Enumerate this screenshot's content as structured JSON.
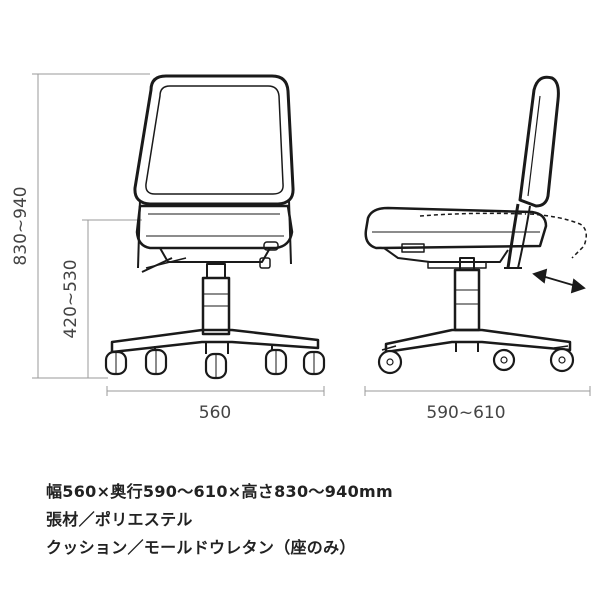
{
  "dimensions": {
    "total_height": "830~940",
    "seat_height": "420~530",
    "width": "560",
    "depth": "590~610"
  },
  "specs": {
    "size": "幅560×奥行590～610×高さ830～940mm",
    "upholstery": "張材／ポリエステル",
    "cushion": "クッション／モールドウレタン（座のみ）"
  },
  "colors": {
    "line": "#1a1a1a",
    "dimension_line": "#999999",
    "text": "#444444"
  }
}
